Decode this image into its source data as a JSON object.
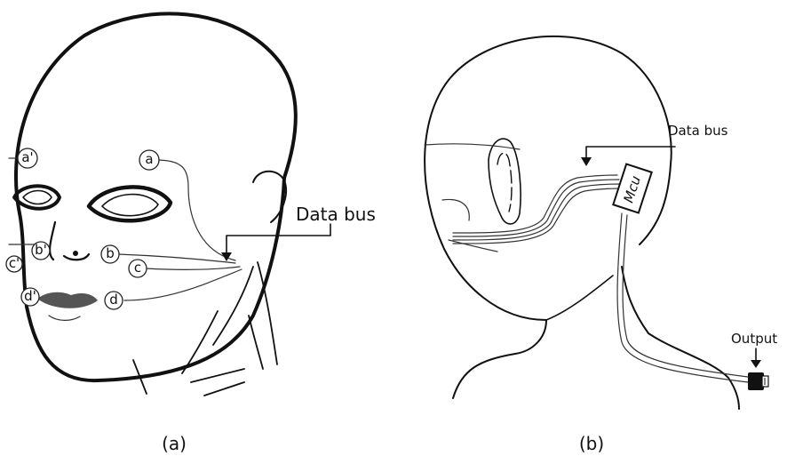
{
  "panel_a": {
    "caption": "(a)",
    "bus_label": "Data bus",
    "sensors": [
      "a'",
      "a",
      "b'",
      "b",
      "c",
      "c'",
      "d'",
      "d"
    ]
  },
  "panel_b": {
    "caption": "(b)",
    "bus_label": "Data bus",
    "mcu_label": "Mcu",
    "output_label": "Output"
  },
  "colors": {
    "line": "#111111",
    "lips": "#555555",
    "background": "#ffffff"
  }
}
